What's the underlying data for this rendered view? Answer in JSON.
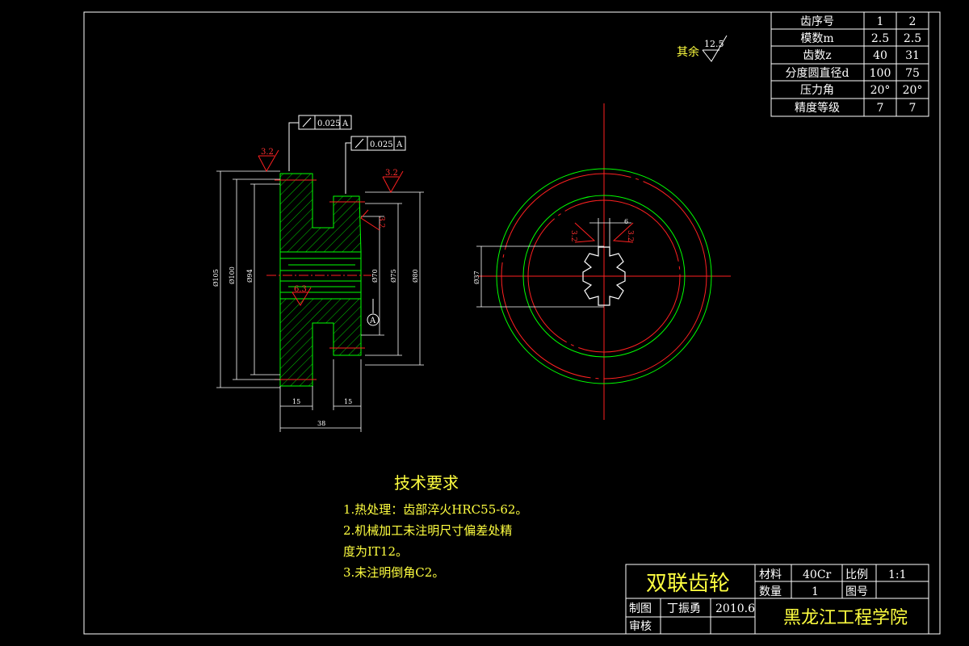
{
  "gear_table": {
    "header": [
      "齿序号",
      "1",
      "2"
    ],
    "rows": [
      [
        "模数m",
        "2.5",
        "2.5"
      ],
      [
        "齿数z",
        "40",
        "31"
      ],
      [
        "分度圆直径d",
        "100",
        "75"
      ],
      [
        "压力角",
        "20°",
        "20°"
      ],
      [
        "精度等级",
        "7",
        "7"
      ]
    ]
  },
  "surface_note": {
    "label": "其余",
    "value": "12.5"
  },
  "tolerance_frames": [
    {
      "value": "0.025",
      "datum": "A"
    },
    {
      "value": "0.025",
      "datum": "A"
    }
  ],
  "roughness_marks": [
    "3.2",
    "3.2",
    "3.2",
    "6.3",
    "3.2",
    "3.2"
  ],
  "dimensions": {
    "left_view": [
      "Ø105",
      "Ø100",
      "Ø94",
      "Ø70",
      "Ø75",
      "Ø80",
      "15",
      "15",
      "38"
    ],
    "right_view": [
      "6",
      "Ø37"
    ],
    "datum_label": "A"
  },
  "tech_requirements": {
    "title": "技术要求",
    "items": [
      "1.热处理：齿部淬火HRC55-62。",
      "2.机械加工未注明尺寸偏差处精",
      "度为IT12。",
      "3.未注明倒角C2。"
    ]
  },
  "title_block": {
    "part_name": "双联齿轮",
    "material_label": "材料",
    "material": "40Cr",
    "scale_label": "比例",
    "scale": "1:1",
    "quantity_label": "数量",
    "quantity": "1",
    "drawing_no_label": "图号",
    "drawing_no": "",
    "drawn_label": "制图",
    "drawn_by": "丁振勇",
    "date": "2010.6",
    "checked_label": "审核",
    "school": "黑龙江工程学院"
  },
  "colors": {
    "background": "#000000",
    "outline": "#00ff00",
    "text": "#ffffff",
    "annotation": "#ffff40",
    "center_line": "#ff2020",
    "border": "#ffffff"
  }
}
